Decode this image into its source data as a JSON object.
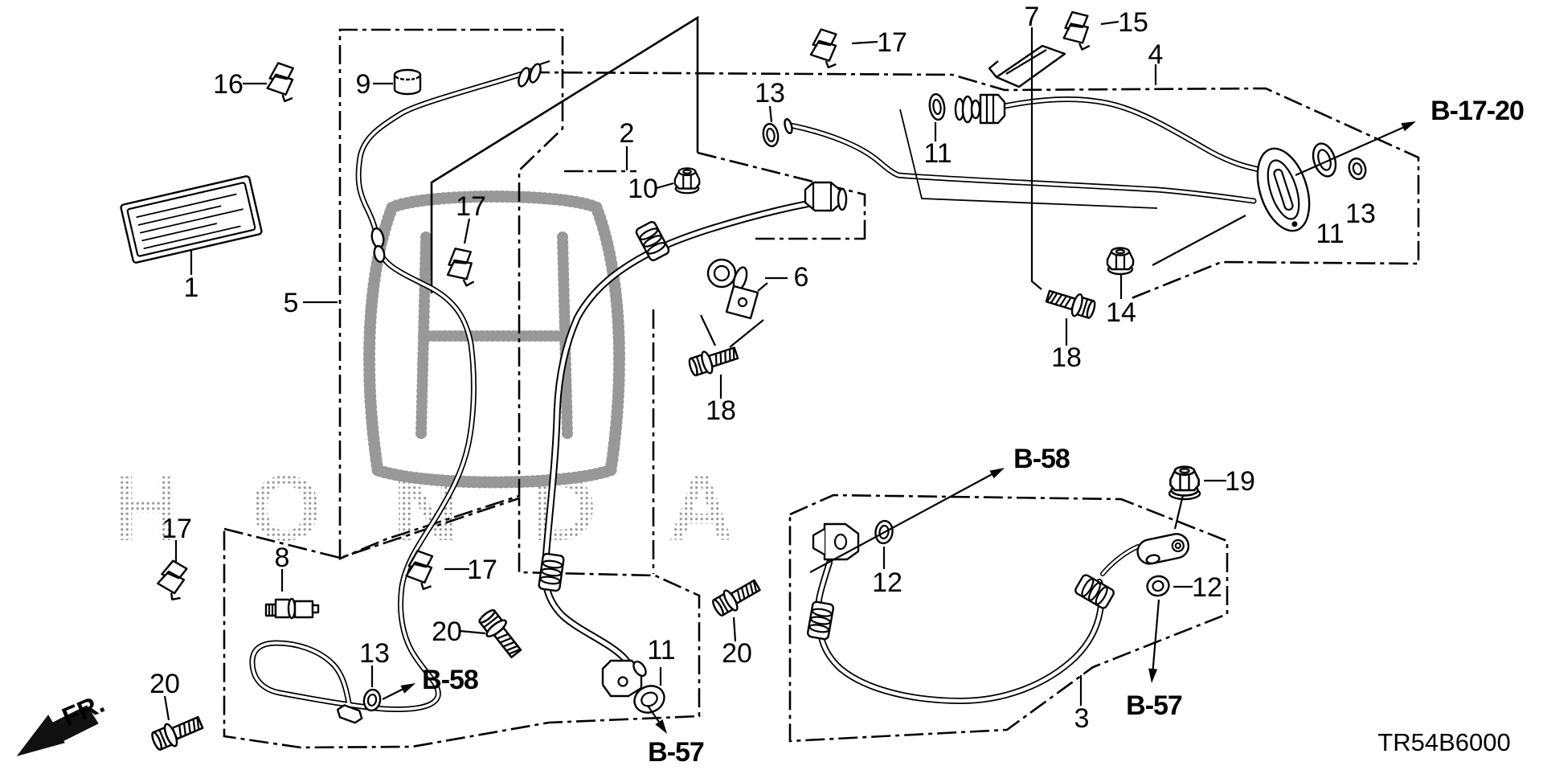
{
  "diagram": {
    "drawing_code": "TR54B6000",
    "front_marker": "FR.",
    "watermark": "HONDA",
    "callouts": {
      "c1": "1",
      "c2": "2",
      "c3": "3",
      "c4": "4",
      "c5": "5",
      "c6": "6",
      "c7": "7",
      "c8": "8",
      "c9": "9",
      "c10": "10",
      "c11a": "11",
      "c11b": "11",
      "c11c": "11",
      "c12a": "12",
      "c12b": "12",
      "c13a": "13",
      "c13b": "13",
      "c13c": "13",
      "c14": "14",
      "c15": "15",
      "c16": "16",
      "c17a": "17",
      "c17b": "17",
      "c17c": "17",
      "c17d": "17",
      "c18a": "18",
      "c18b": "18",
      "c19": "19",
      "c20a": "20",
      "c20b": "20",
      "c20c": "20"
    },
    "refs": {
      "b17_20": "B-17-20",
      "b58_right": "B-58",
      "b58_left": "B-58",
      "b57_left": "B-57",
      "b57_right": "B-57"
    }
  }
}
